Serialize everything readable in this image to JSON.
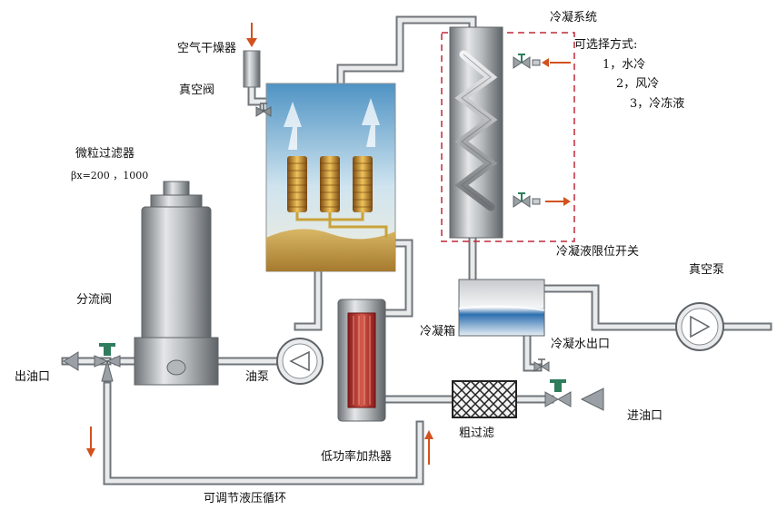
{
  "labels": {
    "air_dryer": "空气干燥器",
    "vacuum_valve": "真空阀",
    "particle_filter": "微粒过滤器",
    "beta_ratio": "βx=200 ，1000",
    "diverter_valve": "分流阀",
    "oil_outlet": "出油口",
    "oil_pump": "油泵",
    "low_power_heater": "低功率加热器",
    "adjustable_pressure_loop": "可调节液压循环",
    "coarse_filter": "粗过滤",
    "oil_inlet": "进油口",
    "condenser_tank": "冷凝箱",
    "condensate_outlet": "冷凝水出口",
    "condensate_limit_switch": "冷凝液限位开关",
    "vacuum_pump": "真空泵",
    "condenser_system": "冷凝系统",
    "cooling_options_title": "可选择方式:",
    "cooling_option_1": "1，水冷",
    "cooling_option_2": "2，风冷",
    "cooling_option_3": "3，冷冻液"
  },
  "colors": {
    "pipe": "#c9ccce",
    "pipe_edge": "#6b6f72",
    "arrow": "#d2521f",
    "dashed_box": "#c0283a",
    "valve_green": "#2f7d5c",
    "valve_grey": "#7e8489",
    "sky": "#7fb8d8",
    "sand": "#c9a24e",
    "copper": "#b87a2a"
  }
}
